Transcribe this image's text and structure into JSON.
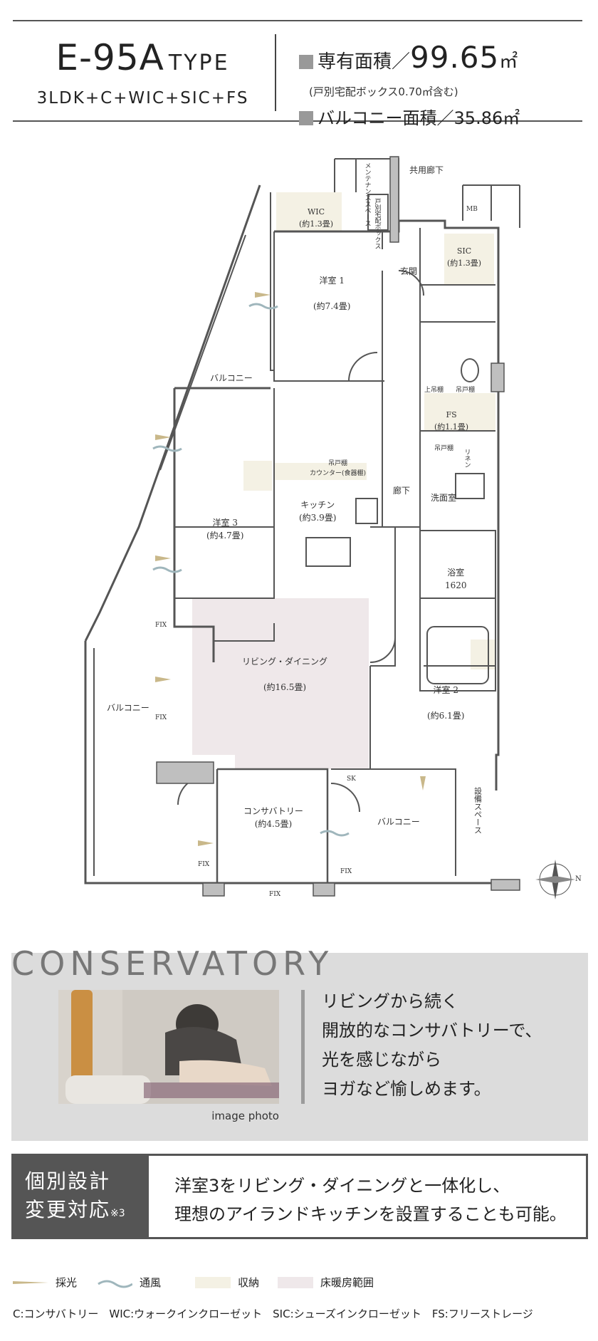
{
  "header": {
    "type_name": "E-95A",
    "type_suffix": "TYPE",
    "plan_code": "3LDK+C+WIC+SIC+FS",
    "private_area_label": "専有面積／",
    "private_area_value": "99.65",
    "private_area_unit": "㎡",
    "private_area_note": "(戸別宅配ボックス0.70㎡含む)",
    "balcony_area_label": "バルコニー面積／",
    "balcony_area_value": "35.86",
    "balcony_area_unit": "㎡"
  },
  "floorplan": {
    "maintenance_space": "メンテナンススペース",
    "common_corridor": "共用廊下",
    "delivery_box": "戸別宅配ボックス",
    "mb": "MB",
    "wic_label": "WIC",
    "wic_size": "(約1.3畳)",
    "sic_label": "SIC",
    "sic_size": "(約1.3畳)",
    "entrance": "玄関",
    "western1_label": "洋室 1",
    "western1_size": "(約7.4畳)",
    "balcony_upper": "バルコニー",
    "upper_cabinet": "上吊棚",
    "hanging_cabinet": "吊戸棚",
    "fs_label": "FS",
    "fs_size": "(約1.1畳)",
    "hanging_cabinet2": "吊戸棚",
    "counter_label": "吊戸棚",
    "counter_sub": "カウンター(食器棚)",
    "kitchen_label": "キッチン",
    "kitchen_size": "(約3.9畳)",
    "hallway": "廊下",
    "washroom": "洗面室",
    "linen": "リネン",
    "western3_label": "洋室 3",
    "western3_size": "(約4.7畳)",
    "bathroom_label": "浴室",
    "bathroom_size": "1620",
    "living_label": "リビング・ダイニング",
    "living_size": "(約16.5畳)",
    "balcony_left": "バルコニー",
    "western2_label": "洋室 2",
    "western2_size": "(約6.1畳)",
    "fix": "FIX",
    "sk": "SK",
    "conservatory_label": "コンサバトリー",
    "conservatory_size": "(約4.5畳)",
    "balcony_lower": "バルコニー",
    "equipment_space": "設備スペース",
    "compass_letter": "N"
  },
  "conservatory": {
    "title": "CONSERVATORY",
    "photo_caption": "image photo",
    "lines": [
      "リビングから続く",
      "開放的なコンサバトリーで、",
      "光を感じながら",
      "ヨガなど愉しめます。"
    ]
  },
  "design_change": {
    "title_line1": "個別設計",
    "title_line2": "変更対応",
    "title_note": "※3",
    "lines": [
      "洋室3をリビング・ダイニングと一体化し、",
      "理想のアイランドキッチンを設置することも可能。"
    ]
  },
  "legend": {
    "items": [
      {
        "label": "採光",
        "color": "#c9b88a"
      },
      {
        "label": "通風",
        "color": "#9fb6bc"
      },
      {
        "label": "収納",
        "color": "#f4f1e4"
      },
      {
        "label": "床暖房範囲",
        "color": "#efe8ea"
      }
    ],
    "abbreviations": "C:コンサバトリー　WIC:ウォークインクローゼット　SIC:シューズインクローゼット　FS:フリーストレージ"
  }
}
